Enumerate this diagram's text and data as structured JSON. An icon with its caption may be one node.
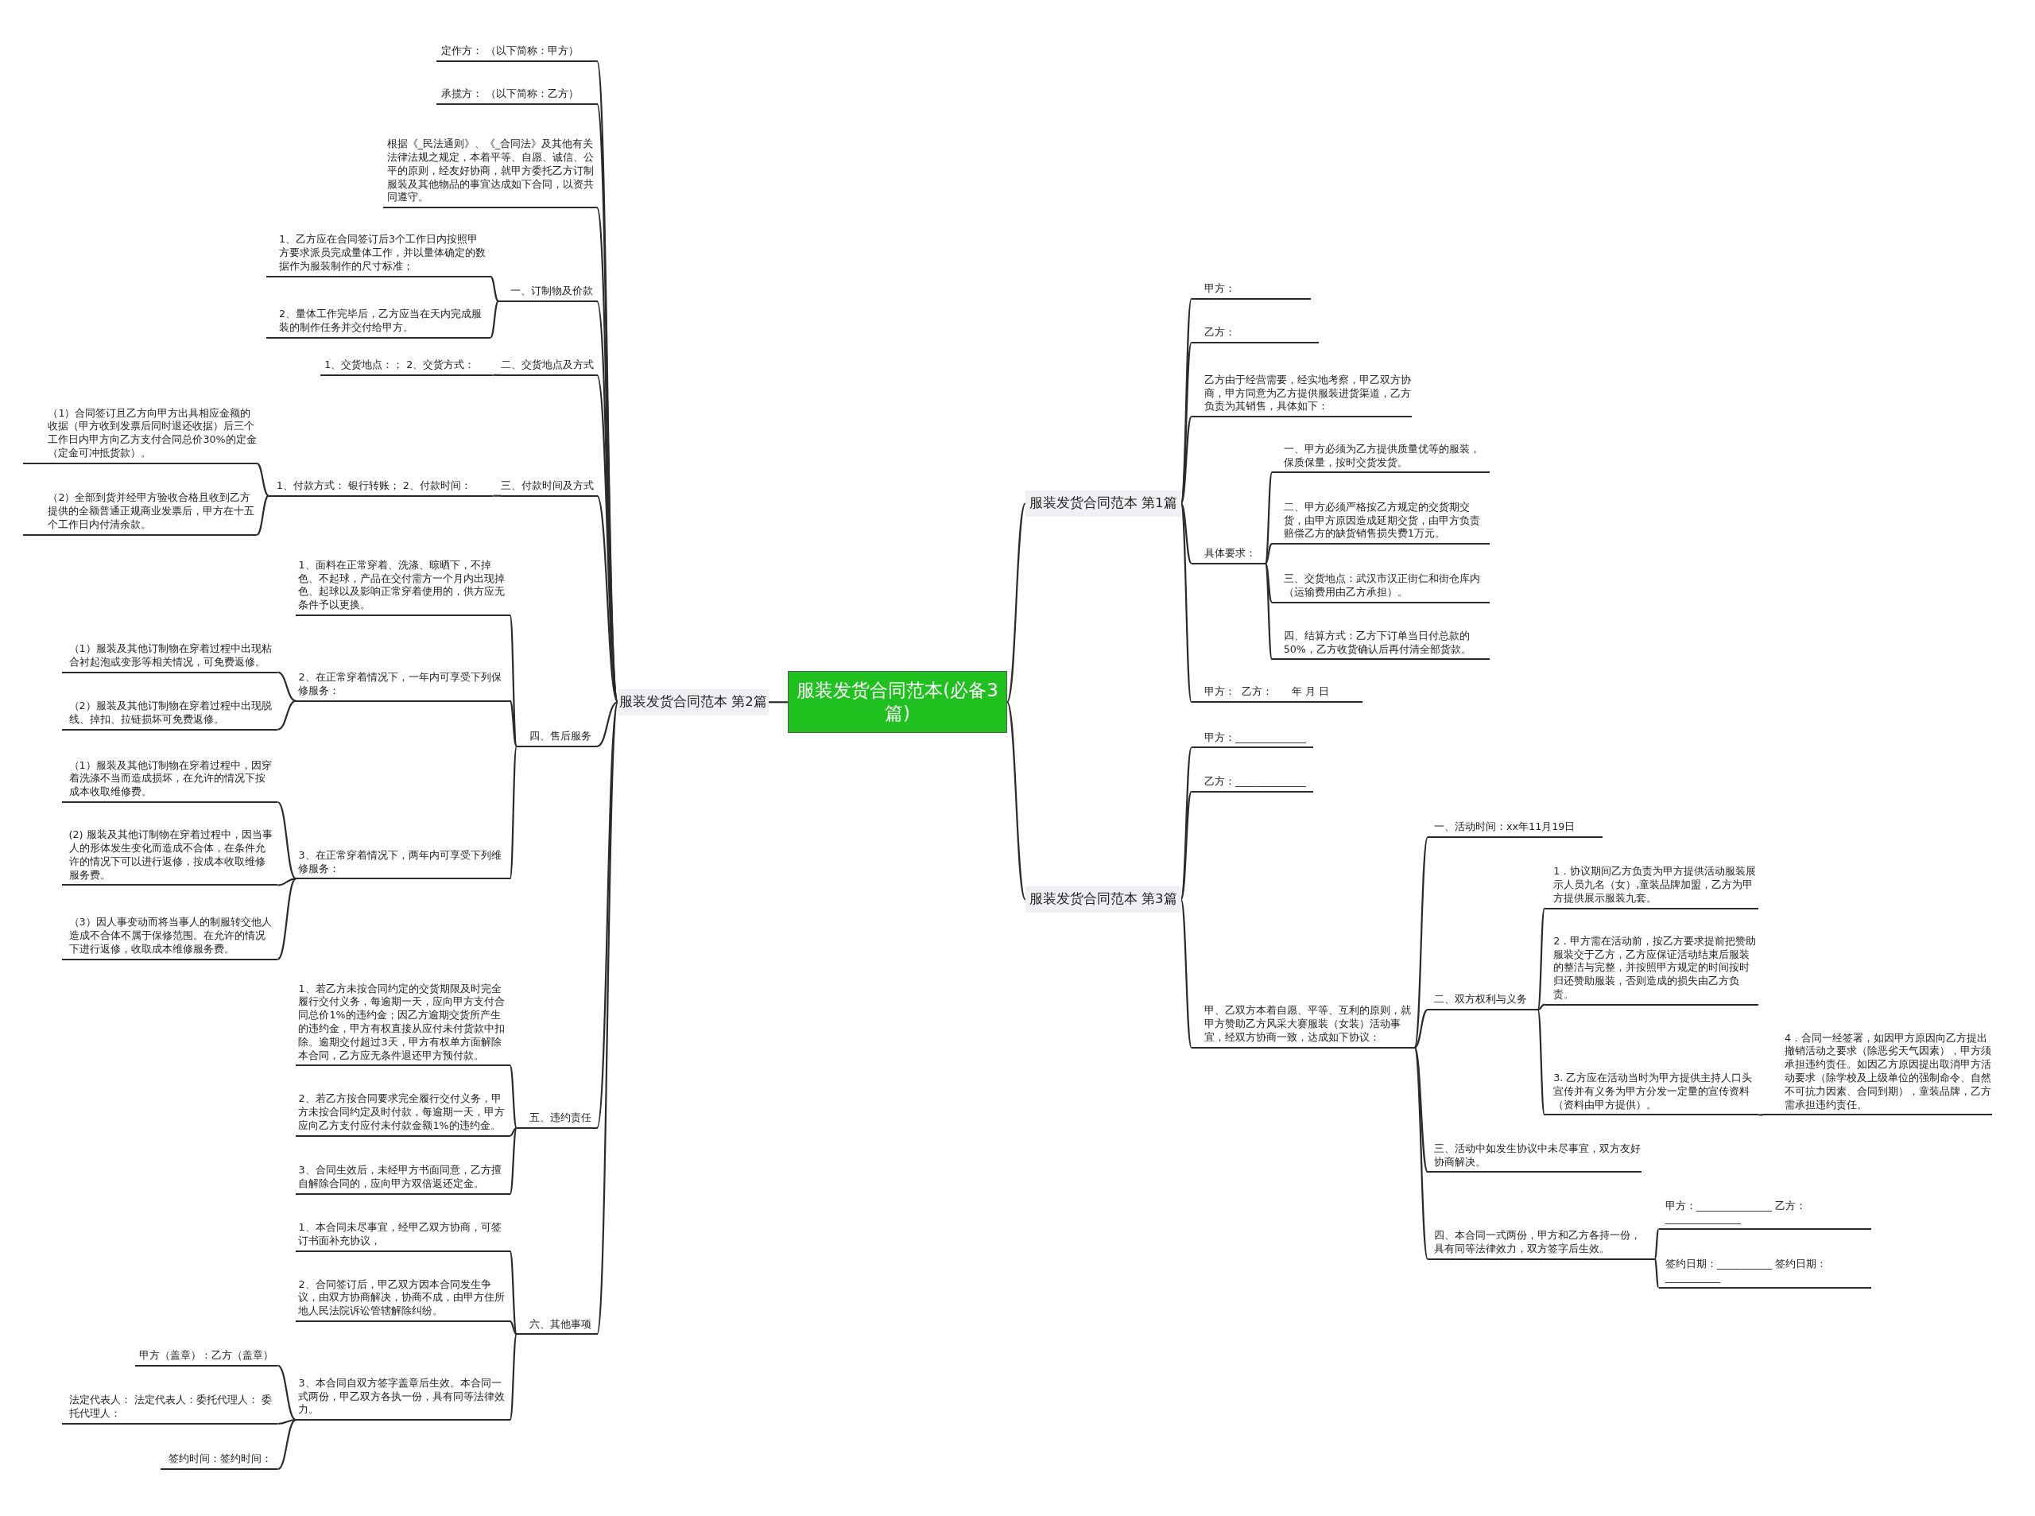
{
  "diagram": {
    "nodes": [
      {
        "text": [
          "服装发货合同范本(必备3篇)"
        ]
      },
      {
        "text": [
          "服装发货合同范本 第1篇"
        ]
      },
      {
        "text": [
          "服装发货合同范本 第2篇"
        ]
      },
      {
        "text": [
          "服装发货合同范本 第3篇"
        ]
      },
      {
        "text": [
          "定作方： （以下简称：甲方）"
        ]
      },
      {
        "text": [
          "承揽方： （以下简称：乙方）"
        ]
      },
      {
        "text": [
          "根据《_民法通则》、《_合同法》及其他有关法律法规之规定，本着平等、自愿、诚信、公平的原则，经友好协商，就甲方委托乙方订制服装及其他物品的事宜达成如下合同，以资共同遵守。"
        ]
      },
      {
        "text": [
          "一、订制物及价款"
        ]
      },
      {
        "text": [
          "1、乙方应在合同签订后3个工作日内按照甲方要求派员完成量体工作，并以量体确定的数据作为服装制作的尺寸标准；"
        ]
      },
      {
        "text": [
          "2、量体工作完毕后，乙方应当在天内完成服装的制作任务并交付给甲方。"
        ]
      },
      {
        "text": [
          "二、交货地点及方式"
        ]
      },
      {
        "text": [
          "1、交货地点：； 2、交货方式："
        ]
      },
      {
        "text": [
          "三、付款时间及方式"
        ]
      },
      {
        "text": [
          "1、付款方式： 银行转账； 2、付款时间："
        ]
      },
      {
        "text": [
          "（1）合同签订且乙方向甲方出具相应金额的收据（甲方收到发票后同时退还收据）后三个工作日内甲方向乙方支付合同总价30%的定金（定金可冲抵货款）。"
        ]
      },
      {
        "text": [
          "（2）全部到货并经甲方验收合格且收到乙方提供的全额普通正规商业发票后，甲方在十五个工作日内付清余款。"
        ]
      },
      {
        "text": [
          "四、售后服务"
        ]
      },
      {
        "text": [
          "1、面料在正常穿着、洗涤、晾晒下，不掉色、不起球，产品在交付需方一个月内出现掉色、起球以及影响正常穿着使用的，供方应无条件予以更换。"
        ]
      },
      {
        "text": [
          "2、在正常穿着情况下，一年内可享受下列保修服务："
        ]
      },
      {
        "text": [
          "（1）服装及其他订制物在穿着过程中出现粘合衬起泡或变形等相关情况，可免费返修。"
        ]
      },
      {
        "text": [
          "（2）服装及其他订制物在穿着过程中出现脱线、掉扣、拉链损坏可免费返修。"
        ]
      },
      {
        "text": [
          "3、在正常穿着情况下，两年内可享受下列维修服务："
        ]
      },
      {
        "text": [
          "（1）服装及其他订制物在穿着过程中，因穿着洗涤不当而造成损坏，在允许的情况下按成本收取维修费。"
        ]
      },
      {
        "text": [
          "(2) 服装及其他订制物在穿着过程中，因当事人的形体发生变化而造成不合体，在条件允许的情况下可以进行返修，按成本收取维修服务费。"
        ]
      },
      {
        "text": [
          "（3）因人事变动而将当事人的制服转交他人造成不合体不属于保修范围。在允许的情况下进行返修，收取成本维修服务费。"
        ]
      },
      {
        "text": [
          "五、违约责任"
        ]
      },
      {
        "text": [
          "1、若乙方未按合同约定的交货期限及时完全履行交付义务，每逾期一天，应向甲方支付合同总价1%的违约金；因乙方逾期交货所产生的违约金，甲方有权直接从应付未付货款中扣除。逾期交付超过3天，甲方有权单方面解除本合同，乙方应无条件退还甲方预付款。"
        ]
      },
      {
        "text": [
          "2、若乙方按合同要求完全履行交付义务，甲方未按合同约定及时付款，每逾期一天，甲方应向乙方支付应付未付款金额1%的违约金。"
        ]
      },
      {
        "text": [
          "3、合同生效后，未经甲方书面同意，乙方擅自解除合同的，应向甲方双倍返还定金。"
        ]
      },
      {
        "text": [
          "六、其他事项"
        ]
      },
      {
        "text": [
          "1、本合同未尽事宜，经甲乙双方协商，可签订书面补充协议，"
        ]
      },
      {
        "text": [
          "2、合同签订后，甲乙双方因本合同发生争议，由双方协商解决，协商不成，由甲方住所地人民法院诉讼管辖解除纠纷。"
        ]
      },
      {
        "text": [
          "3、本合同自双方签字盖章后生效。本合同一式两份，甲乙双方各执一份，具有同等法律效力。"
        ]
      },
      {
        "text": [
          "甲方（盖章）：乙方（盖章）"
        ]
      },
      {
        "text": [
          "法定代表人： 法定代表人：委托代理人： 委托代理人："
        ]
      },
      {
        "text": [
          "签约时间：签约时间："
        ]
      },
      {
        "text": [
          "甲方："
        ]
      },
      {
        "text": [
          "乙方："
        ]
      },
      {
        "text": [
          "乙方由于经营需要，经实地考察，甲乙双方协商，甲方同意为乙方提供服装进货渠道，乙方负责为其销售，具体如下："
        ]
      },
      {
        "text": [
          "具体要求："
        ]
      },
      {
        "text": [
          "一、甲方必须为乙方提供质量优等的服装，保质保量，按时交货发货。"
        ]
      },
      {
        "text": [
          "二、甲方必须严格按乙方规定的交货期交货，由甲方原因造成延期交货，由甲方负责赔偿乙方的缺货销售损失费1万元。"
        ]
      },
      {
        "text": [
          "三、交货地点：武汉市汉正街仁和街仓库内（运输费用由乙方承担）。"
        ]
      },
      {
        "text": [
          "四、结算方式：乙方下订单当日付总款的50%，乙方收货确认后再付清全部货款。"
        ]
      },
      {
        "text": [
          "甲方：  乙方：      年 月 日"
        ]
      },
      {
        "text": [
          "甲方：______________"
        ]
      },
      {
        "text": [
          "乙方：______________"
        ]
      },
      {
        "text": [
          "甲、乙双方本着自愿、平等、互利的原则，就甲方赞助乙方风采大赛服装（女装）活动事宜，经双方协商一致，达成如下协议："
        ]
      },
      {
        "text": [
          "一、活动时间：xx年11月19日"
        ]
      },
      {
        "text": [
          "二、双方权利与义务"
        ]
      },
      {
        "text": [
          "1．协议期间乙方负责为甲方提供活动服装展示人员九名（女）,童装品牌加盟，乙方为甲方提供展示服装九套。"
        ]
      },
      {
        "text": [
          "2．甲方需在活动前，按乙方要求提前把赞助服装交于乙方，乙方应保证活动结束后服装的整洁与完整，并按照甲方规定的时间按时归还赞助服装，否则造成的损失由乙方负责。"
        ]
      },
      {
        "text": [
          "3. 乙方应在活动当时为甲方提供主持人口头宣传并有义务为甲方分发一定量的宣传资料（资料由甲方提供）。"
        ]
      },
      {
        "text": [
          "4．合同一经签署，如因甲方原因向乙方提出撤销活动之要求（除恶劣天气因素），甲方须承担违约责任。如因乙方原因提出取消甲方活动要求（除学校及上级单位的强制命令、自然不可抗力因素、合同到期），童装品牌，乙方需承担违约责任。"
        ]
      },
      {
        "text": [
          "三、活动中如发生协议中未尽事宜，双方友好协商解决。"
        ]
      },
      {
        "text": [
          "四、本合同一式两份，甲方和乙方各持一份，具有同等法律效力，双方签字后生效。"
        ]
      },
      {
        "text": [
          "甲方：_______________ 乙方：_______________"
        ]
      },
      {
        "text": [
          "签约日期：___________ 签约日期：___________"
        ]
      }
    ],
    "edges": [
      {
        "from": 0,
        "to": 1,
        "arrow": "none"
      },
      {
        "from": 0,
        "to": 2,
        "arrow": "none"
      },
      {
        "from": 0,
        "to": 3,
        "arrow": "none"
      },
      {
        "from": 2,
        "to": 4,
        "arrow": "none"
      },
      {
        "from": 2,
        "to": 5,
        "arrow": "none"
      },
      {
        "from": 2,
        "to": 6,
        "arrow": "none"
      },
      {
        "from": 2,
        "to": 7,
        "arrow": "none"
      },
      {
        "from": 7,
        "to": 8,
        "arrow": "none"
      },
      {
        "from": 7,
        "to": 9,
        "arrow": "none"
      },
      {
        "from": 2,
        "to": 10,
        "arrow": "none"
      },
      {
        "from": 10,
        "to": 11,
        "arrow": "none"
      },
      {
        "from": 2,
        "to": 12,
        "arrow": "none"
      },
      {
        "from": 12,
        "to": 13,
        "arrow": "none"
      },
      {
        "from": 13,
        "to": 14,
        "arrow": "none"
      },
      {
        "from": 13,
        "to": 15,
        "arrow": "none"
      },
      {
        "from": 2,
        "to": 16,
        "arrow": "none"
      },
      {
        "from": 16,
        "to": 17,
        "arrow": "none"
      },
      {
        "from": 16,
        "to": 18,
        "arrow": "none"
      },
      {
        "from": 18,
        "to": 19,
        "arrow": "none"
      },
      {
        "from": 18,
        "to": 20,
        "arrow": "none"
      },
      {
        "from": 16,
        "to": 21,
        "arrow": "none"
      },
      {
        "from": 21,
        "to": 22,
        "arrow": "none"
      },
      {
        "from": 21,
        "to": 23,
        "arrow": "none"
      },
      {
        "from": 21,
        "to": 24,
        "arrow": "none"
      },
      {
        "from": 2,
        "to": 25,
        "arrow": "none"
      },
      {
        "from": 25,
        "to": 26,
        "arrow": "none"
      },
      {
        "from": 25,
        "to": 27,
        "arrow": "none"
      },
      {
        "from": 25,
        "to": 28,
        "arrow": "none"
      },
      {
        "from": 2,
        "to": 29,
        "arrow": "none"
      },
      {
        "from": 29,
        "to": 30,
        "arrow": "none"
      },
      {
        "from": 29,
        "to": 31,
        "arrow": "none"
      },
      {
        "from": 29,
        "to": 32,
        "arrow": "none"
      },
      {
        "from": 32,
        "to": 33,
        "arrow": "none"
      },
      {
        "from": 32,
        "to": 34,
        "arrow": "none"
      },
      {
        "from": 32,
        "to": 35,
        "arrow": "none"
      },
      {
        "from": 1,
        "to": 36,
        "arrow": "none"
      },
      {
        "from": 1,
        "to": 37,
        "arrow": "none"
      },
      {
        "from": 1,
        "to": 38,
        "arrow": "none"
      },
      {
        "from": 1,
        "to": 39,
        "arrow": "none"
      },
      {
        "from": 39,
        "to": 40,
        "arrow": "none"
      },
      {
        "from": 39,
        "to": 41,
        "arrow": "none"
      },
      {
        "from": 39,
        "to": 42,
        "arrow": "none"
      },
      {
        "from": 39,
        "to": 43,
        "arrow": "none"
      },
      {
        "from": 1,
        "to": 44,
        "arrow": "none"
      },
      {
        "from": 3,
        "to": 45,
        "arrow": "none"
      },
      {
        "from": 3,
        "to": 46,
        "arrow": "none"
      },
      {
        "from": 3,
        "to": 47,
        "arrow": "none"
      },
      {
        "from": 47,
        "to": 48,
        "arrow": "none"
      },
      {
        "from": 47,
        "to": 49,
        "arrow": "none"
      },
      {
        "from": 49,
        "to": 50,
        "arrow": "none"
      },
      {
        "from": 49,
        "to": 51,
        "arrow": "none"
      },
      {
        "from": 49,
        "to": 52,
        "arrow": "none"
      },
      {
        "from": 52,
        "to": 53,
        "arrow": "none"
      },
      {
        "from": 47,
        "to": 54,
        "arrow": "none"
      },
      {
        "from": 47,
        "to": 55,
        "arrow": "none"
      },
      {
        "from": 55,
        "to": 56,
        "arrow": "none"
      },
      {
        "from": 55,
        "to": 57,
        "arrow": "none"
      }
    ]
  }
}
